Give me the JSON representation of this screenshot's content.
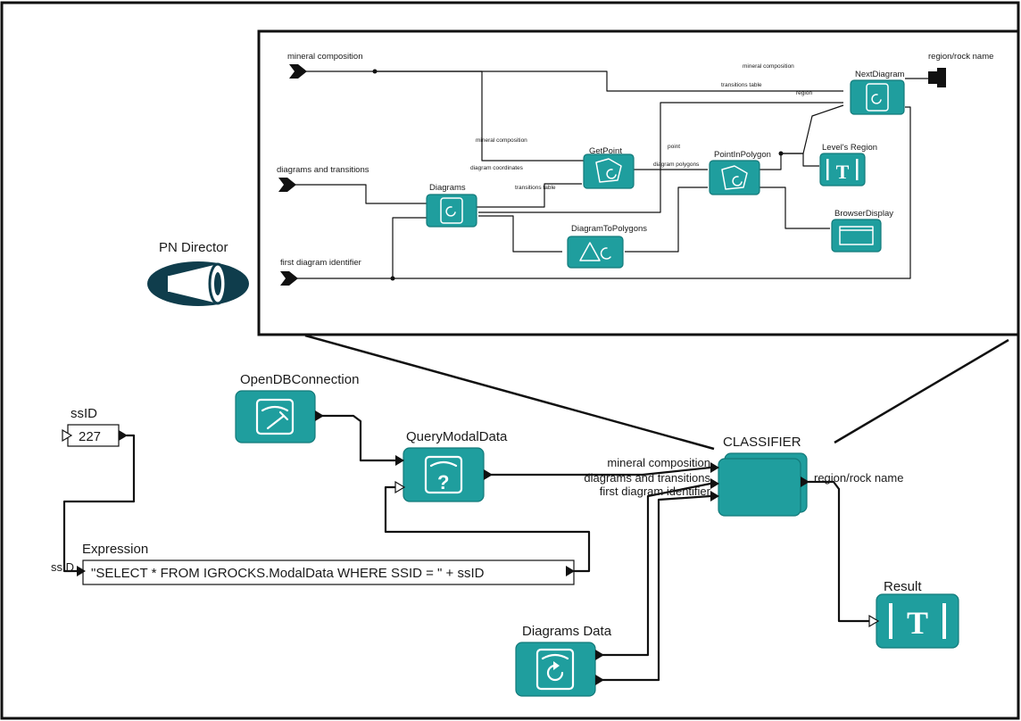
{
  "director": {
    "label": "PN Director",
    "icon": "megaphone-icon"
  },
  "outer": {
    "ssid": {
      "label": "ssID",
      "value": "227"
    },
    "expression": {
      "label": "Expression",
      "port_label": "ssID",
      "text": "\"SELECT * FROM IGROCKS.ModalData WHERE SSID = \" + ssID"
    },
    "open_db": {
      "label": "OpenDBConnection",
      "icon": "database-wrench-icon"
    },
    "query": {
      "label": "QueryModalData",
      "icon": "database-question-icon"
    },
    "classifier": {
      "label": "CLASSIFIER",
      "inputs": [
        "mineral composition",
        "diagrams and transitions",
        "first diagram identifier"
      ],
      "output": "region/rock name"
    },
    "diagrams_data": {
      "label": "Diagrams Data",
      "icon": "database-refresh-icon"
    },
    "result": {
      "label": "Result",
      "icon": "text-display-icon",
      "glyph": "T"
    }
  },
  "inner": {
    "inputs": [
      "mineral composition",
      "diagrams and transitions",
      "first diagram identifier"
    ],
    "output": "region/rock name",
    "actors": {
      "diagrams": "Diagrams",
      "getpoint": "GetPoint",
      "diagram_to_polygons": "DiagramToPolygons",
      "point_in_polygon": "PointInPolygon",
      "next_diagram": "NextDiagram",
      "levels_region": "Level's Region",
      "browser_display": "BrowserDisplay"
    },
    "wire_labels": {
      "mineral_composition_a": "mineral composition",
      "diagram_coordinates": "diagram coordinates",
      "transitions_table_a": "transitions table",
      "point": "point",
      "diagram_polygons": "diagram polygons",
      "mineral_composition_b": "mineral composition",
      "transitions_table_b": "transitions table",
      "region": "region"
    },
    "glyph_T": "T"
  }
}
